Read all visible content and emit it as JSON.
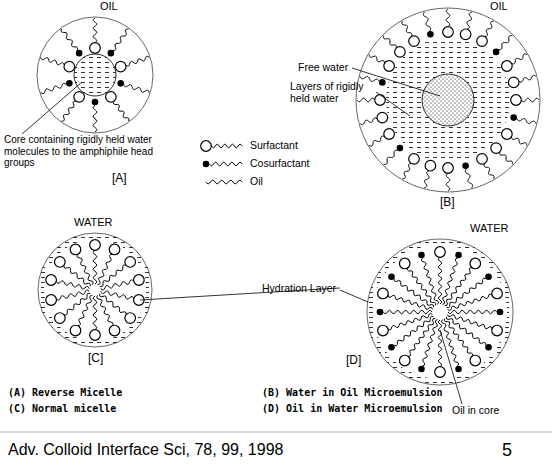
{
  "diagram": {
    "caption": "Adv. Colloid Interface Sci, 78, 99, 1998",
    "labels": [
      "OIL",
      "Core containing rigidly held water molecules to the amphiphile head groups",
      "[A]",
      "OIL",
      "Free water",
      "Layers of rigidly held water",
      "[B]",
      "WATER",
      "Hydration Layer",
      "[C]",
      "WATER",
      "[D]",
      "Oil in core",
      "(A) Reverse Micelle",
      "(B) Water in Oil Microemulsion",
      "(C) Normal micelle",
      "(D) Oil in Water Microemulsion",
      "5"
    ],
    "legend": [
      {
        "text": "Surfactant"
      },
      {
        "text": "Cosurfactant"
      },
      {
        "text": "Oil"
      }
    ]
  }
}
